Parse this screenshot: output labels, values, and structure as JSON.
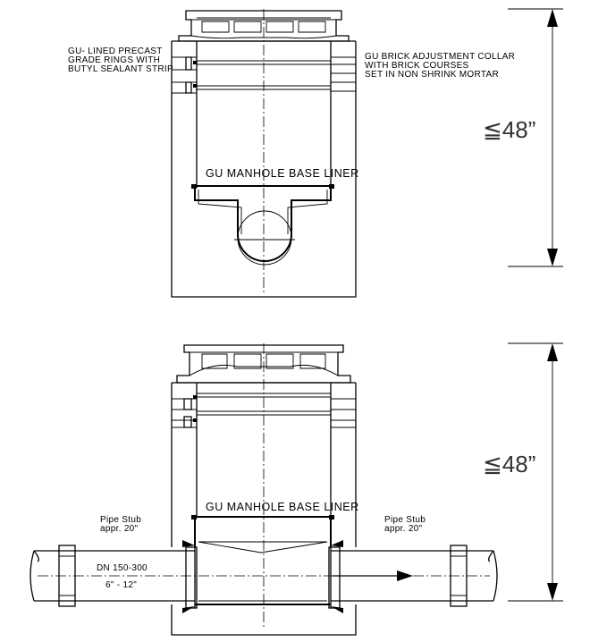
{
  "top_view": {
    "label_grade_rings": [
      "GU- LINED PRECAST",
      "GRADE RINGS WITH",
      "BUTYL SEALANT STRIP"
    ],
    "label_brick_collar": [
      "GU BRICK ADJUSTMENT COLLAR",
      "WITH BRICK COURSES",
      "SET IN NON SHRINK MORTAR"
    ],
    "label_base_liner": "GU MANHOLE BASE LINER",
    "dimension": "≦48”"
  },
  "bottom_view": {
    "label_base_liner": "GU MANHOLE BASE LINER",
    "label_pipe_stub_left": [
      "Pipe Stub",
      "appr. 20\""
    ],
    "label_pipe_stub_right": [
      "Pipe Stub",
      "appr. 20\""
    ],
    "label_dn": "DN 150-300",
    "label_inch": "6\" - 12\"",
    "dimension": "≦48”"
  }
}
